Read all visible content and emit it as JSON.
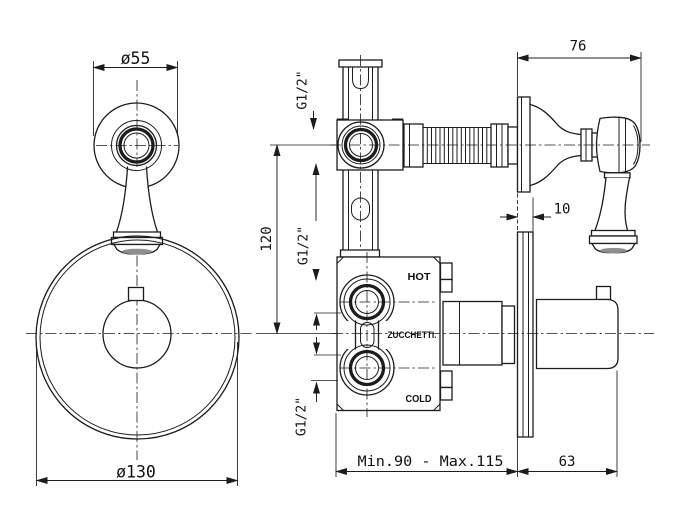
{
  "drawing": {
    "brand": "ZUCCHETTI.",
    "labels": {
      "hot": "HOT",
      "cold": "COLD"
    },
    "dimensions": {
      "handle_diameter": "ø55",
      "plate_diameter": "ø130",
      "port_spacing": "120",
      "handle_depth": "76",
      "wall_gap": "10",
      "trim_depth": "63",
      "install_depth": "Min.90 - Max.115",
      "thread_top": "G1/2\"",
      "thread_mid": "G1/2\"",
      "thread_bottom": "G1/2\""
    },
    "colors": {
      "line": "#1c1c1c",
      "background": "#ffffff",
      "shading": "#8e8e8e"
    }
  }
}
